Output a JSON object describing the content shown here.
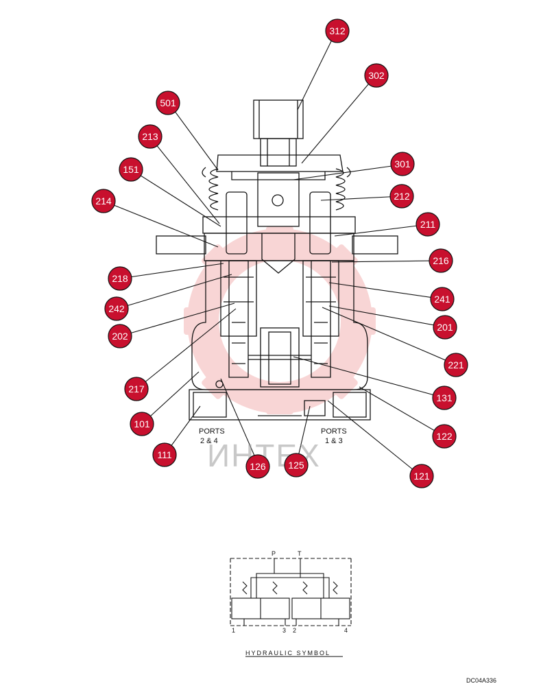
{
  "colors": {
    "callout_fill": "#c8102e",
    "callout_stroke": "#111111",
    "line": "#111111",
    "watermark_red": "#f3b3b3",
    "watermark_gray": "#9a9a9a"
  },
  "callouts": [
    {
      "label": "312"
    },
    {
      "label": "302"
    },
    {
      "label": "501"
    },
    {
      "label": "213"
    },
    {
      "label": "301"
    },
    {
      "label": "151"
    },
    {
      "label": "212"
    },
    {
      "label": "214"
    },
    {
      "label": "211"
    },
    {
      "label": "216"
    },
    {
      "label": "218"
    },
    {
      "label": "241"
    },
    {
      "label": "242"
    },
    {
      "label": "201"
    },
    {
      "label": "202"
    },
    {
      "label": "221"
    },
    {
      "label": "217"
    },
    {
      "label": "131"
    },
    {
      "label": "101"
    },
    {
      "label": "122"
    },
    {
      "label": "111"
    },
    {
      "label": "126"
    },
    {
      "label": "125"
    },
    {
      "label": "121"
    }
  ],
  "ports": {
    "left_line1": "PORTS",
    "left_line2": "2 & 4",
    "right_line1": "PORTS",
    "right_line2": "1 & 3"
  },
  "watermark": {
    "text": "ИНТЕХ"
  },
  "hydraulic": {
    "p_label": "P",
    "t_label": "T",
    "port1": "1",
    "port3": "3",
    "port2": "2",
    "port4": "4",
    "title": "HYDRAULIC SYMBOL"
  },
  "drawing_code": "DC04A336"
}
